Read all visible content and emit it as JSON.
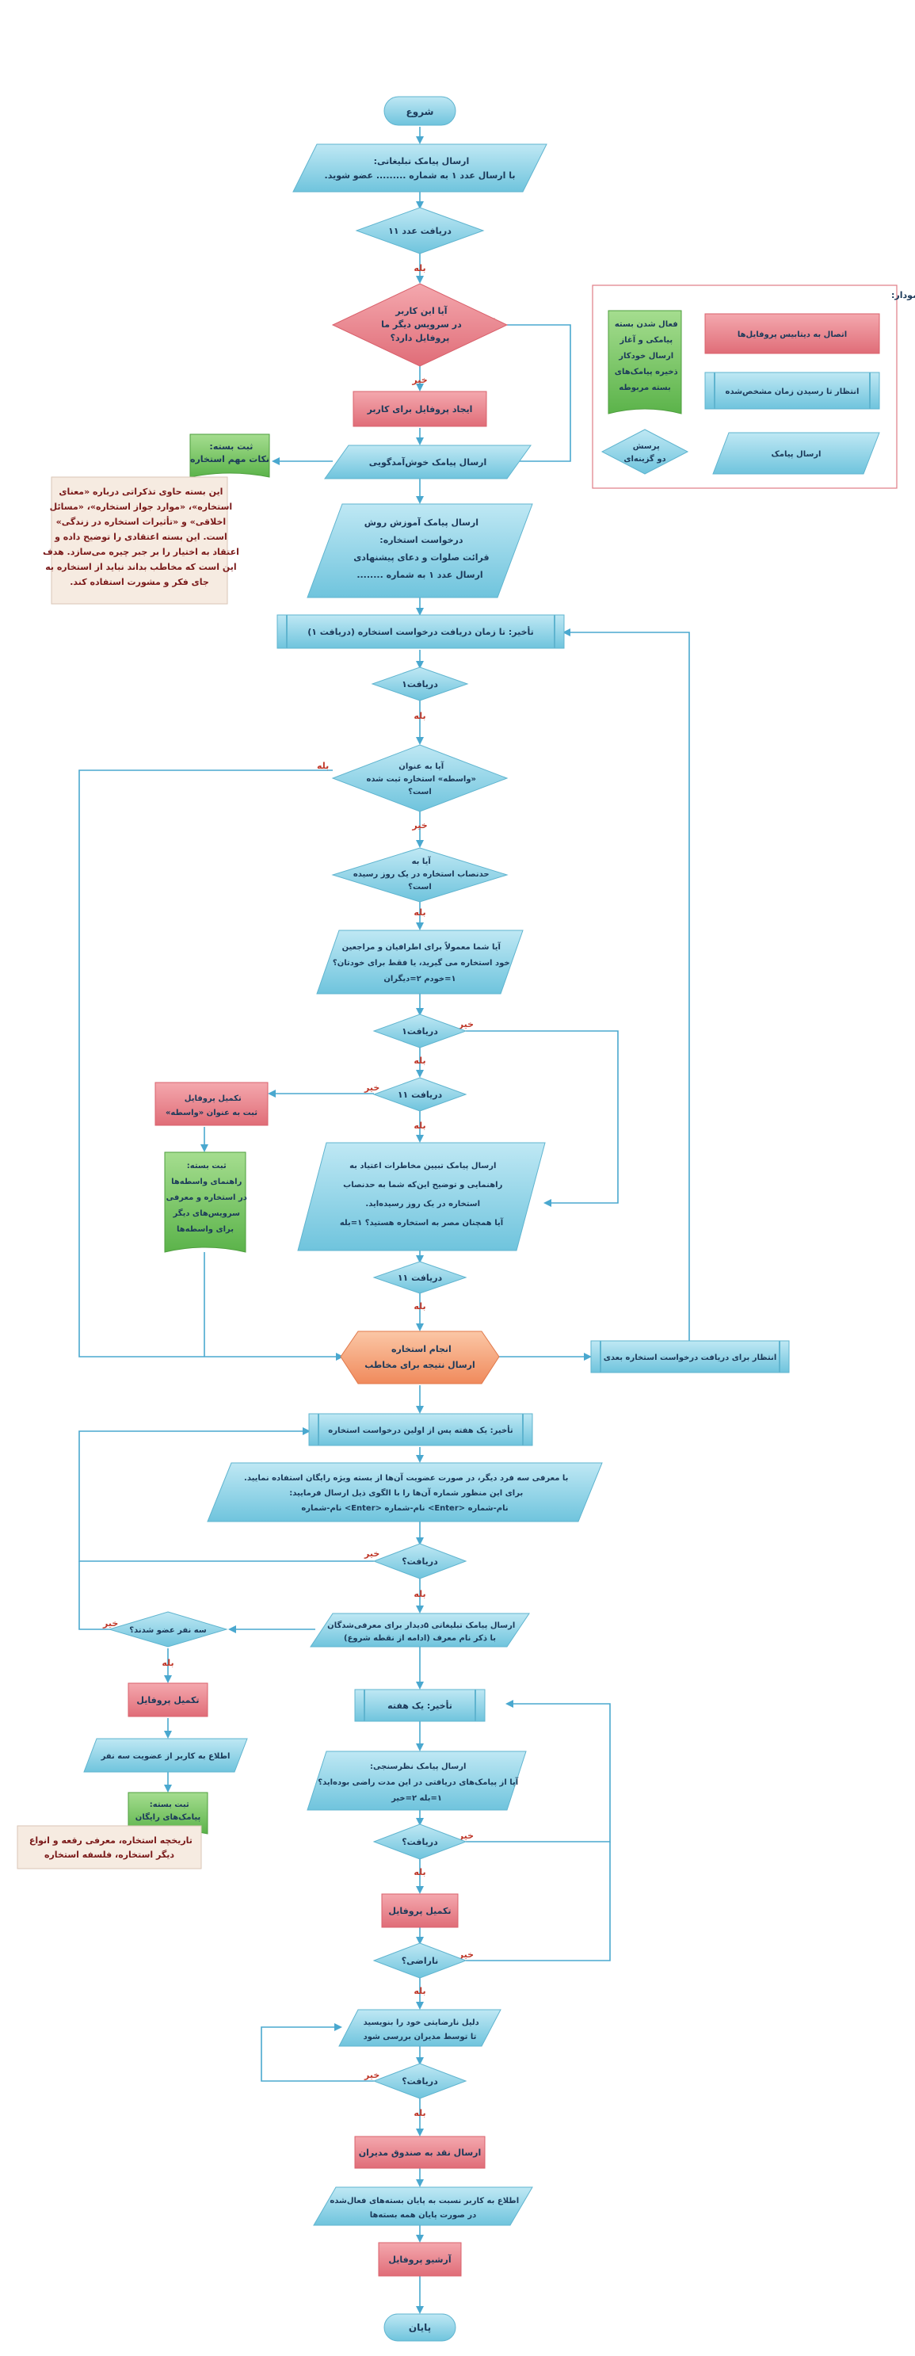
{
  "colors": {
    "process": "#8fd3e6",
    "process_stroke": "#5fb4cf",
    "decision": "#8fd3e6",
    "action": "#e9808a",
    "delay": "#b9e2ef",
    "subscription": "#7cc46c",
    "note_bg": "#f6ebe1",
    "arrow": "#4aa8cf",
    "terminal": "#8fd3e6",
    "end_process": "#f5a27e"
  },
  "nodes": {
    "start": "شروع",
    "send_ad": [
      "ارسال پیامک تبلیغاتی:",
      "با ارسال عدد ۱ به شماره ......... عضو شوید."
    ],
    "receive_11": "دریافت عدد ۱۱",
    "has_profile": [
      "آیا این کاربر",
      "در سرویس دیگر ما",
      "پروفایل دارد؟"
    ],
    "create_profile": "ایجاد پروفایل برای کاربر",
    "welcome": "ارسال پیامک خوش‌آمدگویی",
    "tutorial": [
      "ارسال پیامک آموزش روش",
      "درخواست استخاره:",
      "قرائت صلوات و دعای پیشنهادی",
      "ارسال عدد ۱ به شماره ........"
    ],
    "delay_until": "تأخیر: تا زمان دریافت درخواست استخاره (دریافت ۱)",
    "receive1_a": "دریافت۱",
    "is_mediator": [
      "آیا به عنوان",
      "«واسطه» استخاره ثبت شده",
      "است؟"
    ],
    "daily_limit": [
      "آیا به",
      "حدنصاب استخاره در یک روز رسیده",
      "است؟"
    ],
    "ask_for_whom": [
      "آیا شما معمولاً برای اطرافیان و مراجعین",
      "خود استخاره می گیرید، یا فقط برای خودتان؟",
      "۱=خودم  ۲=دیگران"
    ],
    "receive1_b": "دریافت۱",
    "receive11_b": "دریافت ۱۱",
    "complete_profile_mediator": [
      "تکمیل پروفایل",
      "ثبت به عنوان «واسطه»"
    ],
    "explain_limit": [
      "ارسال پیامک تبیین مخاطرات اعتیاد به",
      "راهنمایی و توضیح این‌که شما به حدنصاب",
      "استخاره در یک روز رسیده‌اید.",
      "آیا همچنان مصر به استخاره هستید؟ ۱=بله"
    ],
    "receive11_c": "دریافت ۱۱",
    "do_istikhara": [
      "انجام استخاره",
      "ارسال نتیجه برای مخاطب"
    ],
    "wait_next": "انتظار برای دریافت درخواست استخاره بعدی",
    "delay_week_after": "تأخیر: یک هفته پس از اولین درخواست استخاره",
    "invite_three": [
      "با معرفی سه فرد دیگر، در صورت عضویت آن‌ها از بسته ویژه رایگان استفاده نمایید.",
      "برای این منظور شماره آن‌ها را با الگوی ذیل ارسال فرمایید:",
      "نام-شماره <Enter> نام-شماره <Enter> نام-شماره"
    ],
    "receive_b2": "دریافت؟",
    "three_joined": "سه نفر عضو شدند؟",
    "send_to_referrals": [
      "ارسال پیامک تبلیغاتی ۵دیدار برای معرفی‌شدگان",
      "با ذکر نام معرف (ادامه از نقطه شروع)"
    ],
    "complete_profile_2": "تکمیل پروفایل",
    "notify_three": "اطلاع به کاربر از عضویت سه نفر",
    "free_pkg_title": [
      "ثبت بسته:",
      "پیامک‌های رایگان"
    ],
    "free_pkg_note": [
      "تاریخچه استخاره، معرفی رقعه و انواع",
      "دیگر استخاره، فلسفه استخاره"
    ],
    "delay_week": "تأخیر: یک هفته",
    "survey": [
      "ارسال پیامک نظرسنجی:",
      "آیا از پیامک‌های دریافتی در این مدت راضی بوده‌اید؟",
      "۱=بله  ۲=خیر"
    ],
    "receive_c": "دریافت؟",
    "complete_profile_3": "تکمیل پروفایل",
    "satisfied": "ناراضی؟",
    "write_reason": [
      "دلیل نارضایتی خود را بنویسید",
      "تا توسط مدیران بررسی شود"
    ],
    "receive_d": "دریافت؟",
    "send_to_admins": "ارسال نقد به صندوق مدیران",
    "notify_end": [
      "اطلاع به کاربر نسبت به پایان بسته‌های فعال‌شده",
      "در صورت پایان همه بسته‌ها"
    ],
    "archive_profile": "آرشیو پروفایل",
    "end": "پایان",
    "pkg_tips": [
      "ثبت بسته:",
      "نکات مهم استخاره"
    ],
    "pkg_tips_note": [
      "این بسته حاوی تذکراتی درباره «معنای",
      "استخاره»، «موارد جواز استخاره»، «مسائل",
      "اخلاقی» و «تأثیرات استخاره در زندگی»",
      "است. این بسته اعتقادی را توضیح داده و",
      "اعتقاد به اختیار را بر جبر چیره می‌سازد. هدف",
      "این است که مخاطب بداند نباید از استخاره به",
      "جای فکر و مشورت استفاده کند."
    ],
    "pkg_mediator": [
      "ثبت بسته:",
      "راهنمای واسطه‌ها",
      "در استخاره و معرفی",
      "سرویس‌های دیگر",
      "برای واسطه‌ها"
    ]
  },
  "edge_labels": {
    "yes": "بله",
    "no": "خیر"
  },
  "legend": {
    "title": "راهنمای نمودار:",
    "items": [
      {
        "text": "اتصال به دیتابیس پروفایل‌ها"
      },
      {
        "text": [
          "فعال شدن بسته",
          "پیامکی و آغاز",
          "ارسال خودکار",
          "ذخیره پیامک‌های",
          "بسته مربوطه"
        ]
      },
      {
        "text": "انتظار تا رسیدن زمان مشخص‌شده"
      },
      {
        "text": "ارسال پیامک"
      },
      {
        "text": [
          "پرسش",
          "دو گزینه‌ای"
        ]
      }
    ]
  }
}
